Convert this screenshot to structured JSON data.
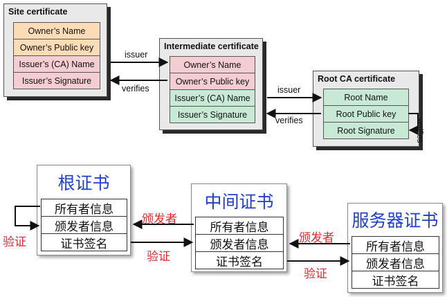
{
  "english": {
    "site": {
      "title": "Site certificate",
      "fields": [
        "Owner’s Name",
        "Owner’s Public key",
        "Issuer’s (CA) Name",
        "Issuer’s Signature"
      ]
    },
    "intermediate": {
      "title": "Intermediate certificate",
      "fields": [
        "Owner’s Name",
        "Owner’s Public key",
        "Issuer’s (CA) Name",
        "Issuer’s Signature"
      ]
    },
    "root": {
      "title": "Root CA certificate",
      "fields": [
        "Root Name",
        "Root Public key",
        "Root Signature"
      ]
    },
    "labels": {
      "issuer_1": "issuer",
      "verifies_1": "verifies",
      "issuer_2": "issuer",
      "verifies_2": "verifies",
      "verifies_self": "verifies"
    }
  },
  "chinese": {
    "root": {
      "title": "根证书",
      "fields": [
        "所有者信息",
        "颁发者信息",
        "证书签名"
      ]
    },
    "intermediate": {
      "title": "中间证书",
      "fields": [
        "所有者信息",
        "颁发者信息",
        "证书签名"
      ]
    },
    "server": {
      "title": "服务器证书",
      "fields": [
        "所有者信息",
        "颁发者信息",
        "证书签名"
      ]
    },
    "labels": {
      "issuer_1": "颁发者",
      "verify_1": "验证",
      "issuer_2": "颁发者",
      "verify_2": "验证",
      "verify_self": "验证"
    }
  },
  "colors": {
    "owner": "#fbdcb7",
    "issuer": "#f4cdd2",
    "root": "#c8e9d6",
    "chinese_title": "#1f3fcf",
    "chinese_label": "#e8262e"
  }
}
